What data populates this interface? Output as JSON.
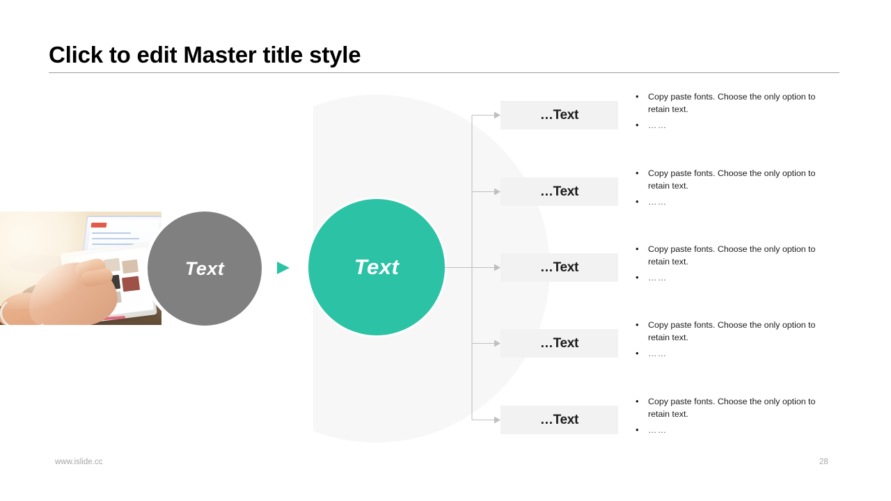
{
  "slide": {
    "title": "Click to edit Master title style",
    "background_color": "#FFFFFF",
    "accent_color": "#2CC2A5",
    "secondary_color": "#808080",
    "box_color": "#F2F2F2",
    "connector_color": "#BFBFBF"
  },
  "diagram": {
    "source_circle": {
      "label": "Text",
      "color": "#808080",
      "icon": "gray-circle"
    },
    "hub_circle": {
      "label": "Text",
      "color": "#2CC2A5",
      "icon": "teal-circle"
    },
    "flow_arrow": {
      "icon": "play-triangle-icon",
      "color": "#2CC2A5"
    },
    "photo": {
      "alt": "person using tablet and laptop at a table"
    },
    "rows": [
      {
        "box_label": "…Text",
        "bullets": [
          "Copy paste fonts. Choose the only option to retain text.",
          "……"
        ]
      },
      {
        "box_label": "…Text",
        "bullets": [
          "Copy paste fonts. Choose the only option to retain text.",
          "……"
        ]
      },
      {
        "box_label": "…Text",
        "bullets": [
          "Copy paste fonts. Choose the only option to retain text.",
          "……"
        ]
      },
      {
        "box_label": "…Text",
        "bullets": [
          "Copy paste fonts. Choose the only option to retain text.",
          "……"
        ]
      },
      {
        "box_label": "…Text",
        "bullets": [
          "Copy paste fonts. Choose the only option to retain text.",
          "……"
        ]
      }
    ]
  },
  "footer": {
    "url": "www.islide.cc",
    "page_number": "28"
  }
}
